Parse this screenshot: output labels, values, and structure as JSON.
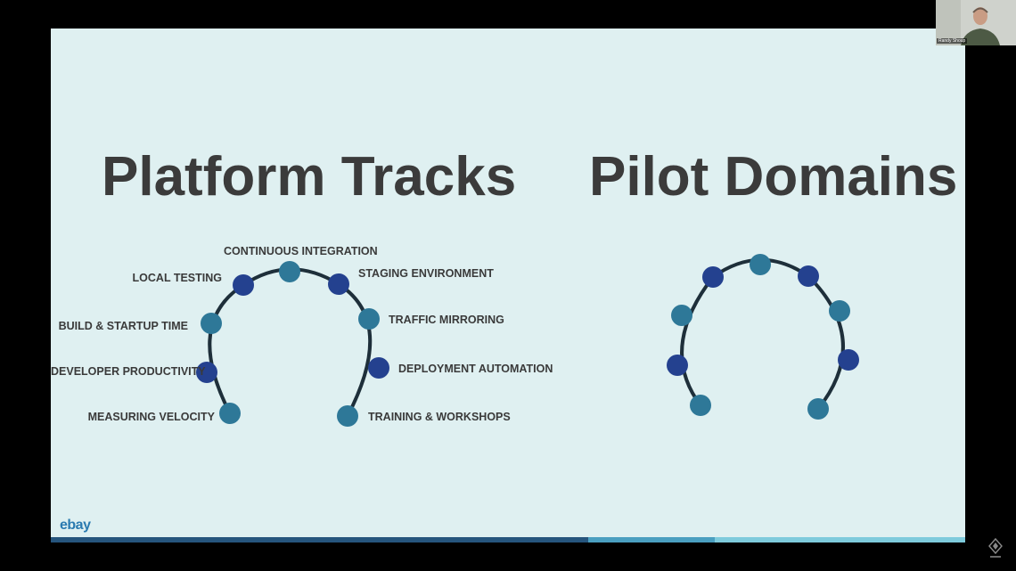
{
  "slide": {
    "title_left": "Platform Tracks",
    "title_right": "Pilot Domains",
    "logo_text": "ebay",
    "tracks": [
      "CONTINUOUS INTEGRATION",
      "LOCAL TESTING",
      "STAGING ENVIRONMENT",
      "BUILD & STARTUP TIME",
      "TRAFFIC MIRRORING",
      "DEVELOPER PRODUCTIVITY",
      "DEPLOYMENT AUTOMATION",
      "MEASURING VELOCITY",
      "TRAINING & WORKSHOPS"
    ]
  },
  "webcam": {
    "name": "Randy Shoup"
  },
  "colors": {
    "background": "#000000",
    "slide_background": "#dff0f1",
    "title_text": "#3b3b3b",
    "dot_dark_blue": "#24418f",
    "dot_teal": "#2e7898",
    "arc_stroke": "#1e2f3a",
    "footer_dark": "#26557d",
    "footer_mid": "#4a9fc0",
    "footer_light": "#7ecbdc"
  },
  "icons": {
    "corner_logo": "presenter-logo-icon",
    "webcam": "webcam-person"
  }
}
